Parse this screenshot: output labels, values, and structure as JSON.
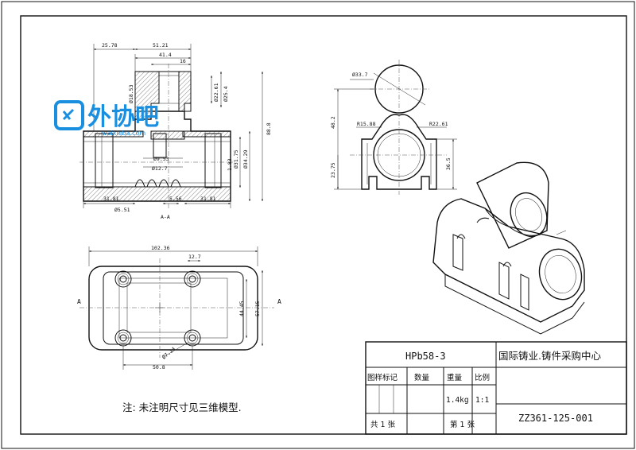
{
  "section_view": {
    "label": "A-A",
    "dims": {
      "w_25_78": "25.78",
      "w_51_21": "51.21",
      "w_41_4": "41.4",
      "w_16": "16",
      "d_18_53": "Ø18.53",
      "d_22_61": "Ø22.61",
      "d_25_4": "Ø25.4",
      "h_88_8": "88.8",
      "d_31_75": "Ø31.75",
      "d_34_29": "Ø34.29",
      "v_1_83": "1.83",
      "d_9_53": "Ø9.53",
      "d_12_7": "Ø12.7",
      "b_31_81_l": "31.81",
      "b_5_56": "5.56",
      "b_31_81_r": "31.81",
      "d_5_51": "Ø5.51"
    }
  },
  "side_view": {
    "dims": {
      "d_33_7": "Ø33.7",
      "r_15_88": "R15.88",
      "r_22_61": "R22.61",
      "h_48_2": "48.2",
      "h_23_75": "23.75",
      "h_36_5": "36.5"
    }
  },
  "top_view": {
    "section_mark_left": "A",
    "section_mark_right": "A",
    "dims": {
      "w_102_36": "102.36",
      "w_12_7": "12.7",
      "h_44_45": "44.45",
      "h_57_15": "57.15",
      "d_7_14": "Ø7.14",
      "w_50_8": "50.8"
    }
  },
  "watermark": {
    "brand": "外协吧",
    "site": "waixieba.com"
  },
  "note": "注: 未注明尺寸见三维模型.",
  "title_block": {
    "part_no": "HPb58-3",
    "company": "国际铸业.铸件采购中心",
    "col_mark": "图样标记",
    "col_qty": "数量",
    "col_weight": "重量",
    "col_scale": "比例",
    "weight": "1.4kg",
    "scale": "1:1",
    "drawing_no": "ZZ361-125-001",
    "sheets_total": "共 1 张",
    "sheet_no": "第 1 张"
  },
  "colors": {
    "brand_blue": "#1a8fe0",
    "line": "#111111"
  }
}
